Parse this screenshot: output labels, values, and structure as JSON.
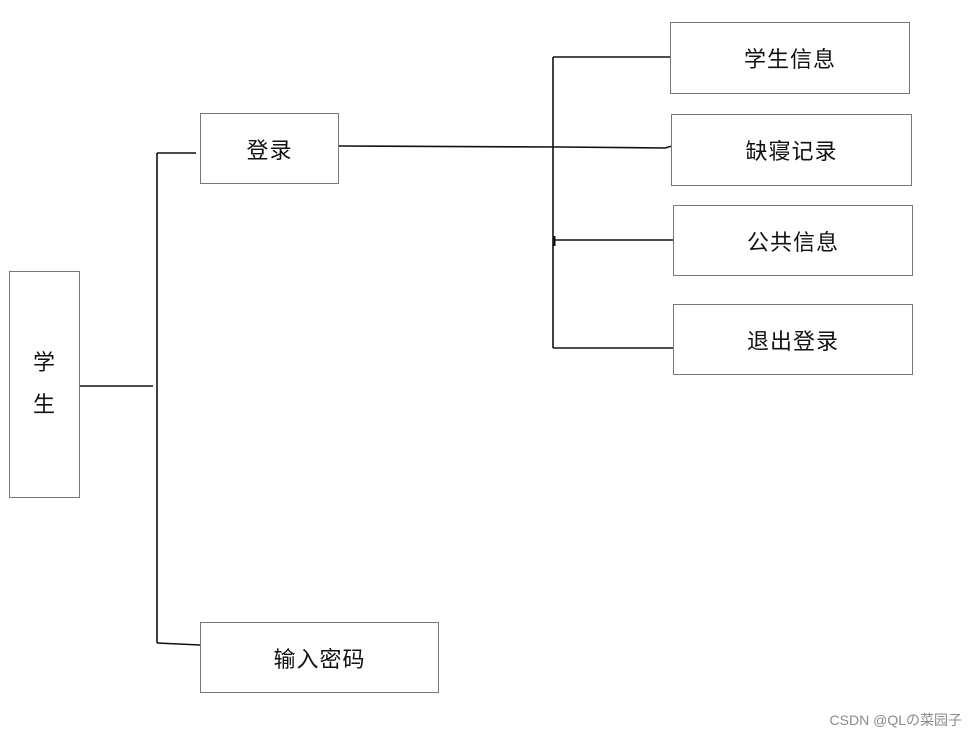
{
  "diagram": {
    "root": {
      "label_line1": "学",
      "label_line2": "生"
    },
    "level1": {
      "login": "登录",
      "password": "输入密码"
    },
    "level2": {
      "student_info": "学生信息",
      "absence_record": "缺寝记录",
      "public_info": "公共信息",
      "logout": "退出登录"
    }
  },
  "watermark": "CSDN @QLの菜园子",
  "colors": {
    "line": "#111111",
    "box_border": "#777777",
    "text": "#111111",
    "watermark": "#8a8a8a"
  }
}
